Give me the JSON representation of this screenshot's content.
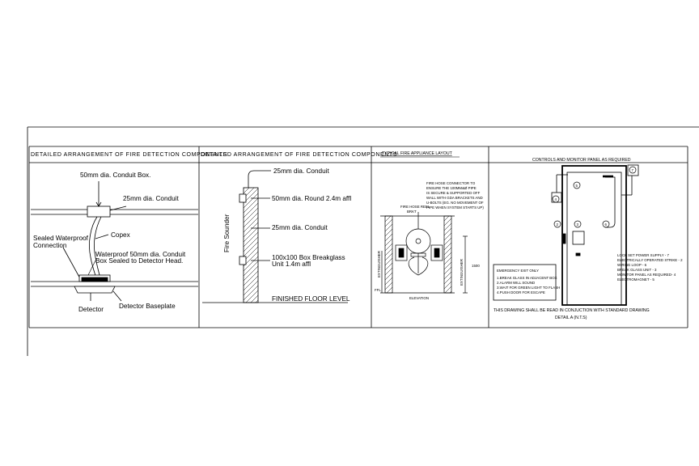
{
  "panels": {
    "p1": {
      "title": "DETAILED ARRANGEMENT OF FIRE DETECTION COMPONENTS",
      "conduit_box": "50mm dia. Conduit Box.",
      "conduit": "25mm dia. Conduit",
      "sealed_1": "Sealed Waterproof",
      "sealed_2": "Connection",
      "copex": "Copex",
      "wp_1": "Waterproof 50mm dia. Conduit",
      "wp_2": "Box Sealed to Detector Head.",
      "detector": "Detector",
      "baseplate": "Detector Baseplate"
    },
    "p2": {
      "title": "DETAILED ARRANGEMENT OF FIRE DETECTION COMPONENTS",
      "conduit_top": "25mm dia. Conduit",
      "round_box": "50mm dia. Round 2.4m affl",
      "fire_sounder": "Fire Sounder",
      "conduit_mid": "25mm dia. Conduit",
      "break_1": "100x100 Box Breakglass",
      "break_2": "Unit 1.4m affl",
      "ffl": "FINISHED FLOOR LEVEL"
    },
    "p3": {
      "title": "TYPICAL FIRE APPLIANCE LAYOUT",
      "note_1": "FIRE HOSE CONNECTOR TO",
      "note_2": "ENSURE THE 100MM&Ø PIPE",
      "note_3": "IS SECURE & SUPPORTED OFF",
      "note_4": "WALL WITH GDA BRACKETS AND",
      "note_5": "U-BOLTS (EG. NO MOVEMENT OF",
      "note_6": "PIPE WHEN SYSTEM STARTS UP)",
      "hose_reel": "FIRE HOSE REEL",
      "brk_label": "BRKT",
      "left_dim": "EXTINGUISHER",
      "right_dim": "EXTINGUISHER",
      "dim_val": "1500",
      "ffl": "FFL",
      "elevation": "ELEVATION"
    },
    "p4": {
      "title": "CONTROLS AND MONITOR PANEL AS REQUIRED",
      "n1": "1",
      "n2": "2",
      "n3": "3",
      "n4": "4",
      "n5": "5",
      "n6": "6",
      "n7": "7",
      "legend": [
        "LOCK SET POWER SUPPLY - 7",
        "ELECTRICALLY OPERATED STRIKE - 2",
        "WIRING LOOP - 6",
        "BREAK GLASS UNIT - 3",
        "MONITOR PANEL AS REQUIRED- 4",
        "ELECTROMAGNET - 5"
      ],
      "exit_title": "EMERGENCY EXIT ONLY",
      "exit_steps": [
        "1.BREAK GLASS IN ADJACENT BOX",
        "2.ALARM WILL SOUND",
        "3.WAIT FOR GREEN LIGHT TO FLASH",
        "4.PUSH DOOR FOR ESCAPE"
      ],
      "footer": "THIS DRAWING SHALL BE READ IN CONJUCTION WITH STANDARD DRAWING",
      "detail": "DETAIL A (N.T.S)"
    }
  }
}
